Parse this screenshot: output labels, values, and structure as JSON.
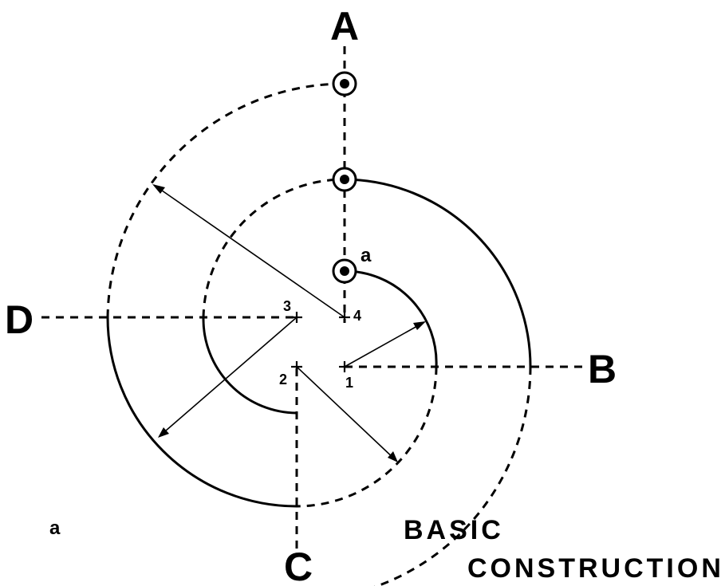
{
  "axes": {
    "top": "A",
    "right": "B",
    "bottom": "C",
    "left": "D"
  },
  "centers": [
    "1",
    "2",
    "3",
    "4"
  ],
  "point_label": "a",
  "figure_label": "a",
  "caption": {
    "line1": "BASIC",
    "line2": "CONSTRUCTION"
  }
}
